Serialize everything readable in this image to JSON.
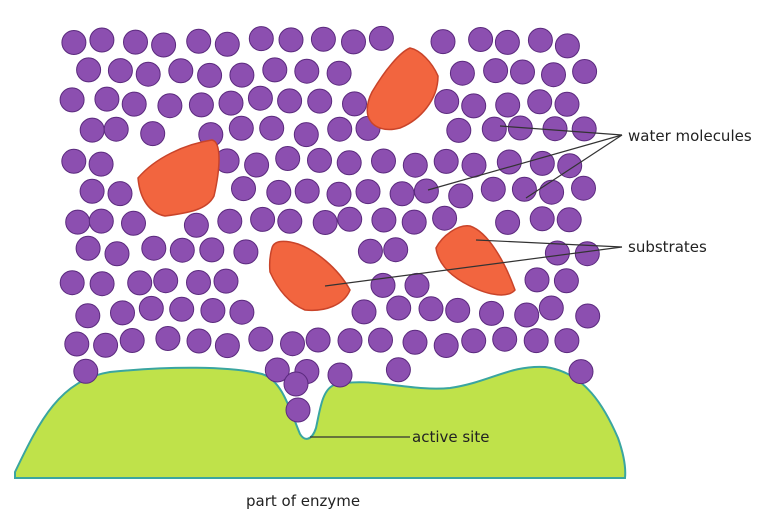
{
  "labels": {
    "water": "water molecules",
    "substrates": "substrates",
    "active_site": "active site",
    "enzyme": "part of enzyme"
  },
  "colors": {
    "water": "#8c4fb0",
    "water_stroke": "#5b2a7e",
    "substrate": "#f2653f",
    "substrate_stroke": "#c9442a",
    "enzyme": "#bfe24a",
    "enzyme_edge": "#3aa5a0",
    "leader": "#333333"
  }
}
